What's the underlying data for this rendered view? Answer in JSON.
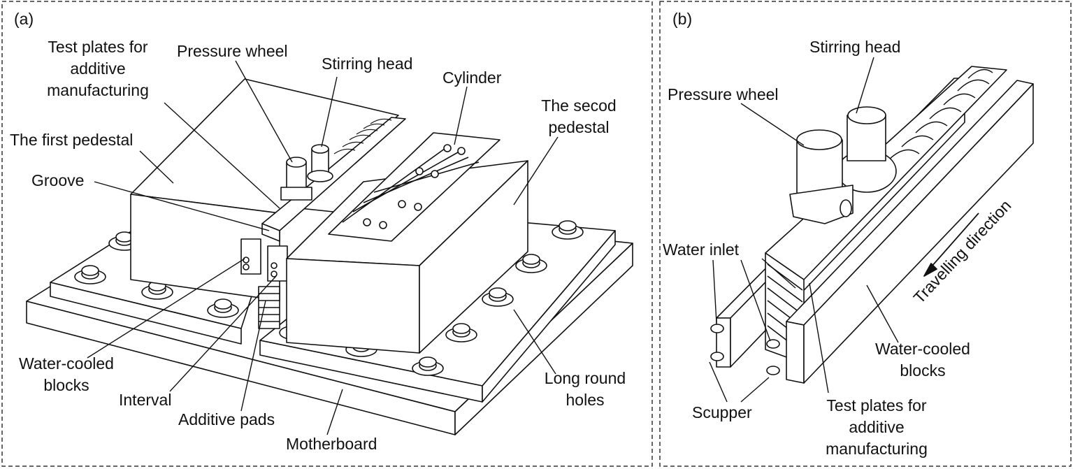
{
  "panel_a": {
    "letter": "(a)",
    "labels": {
      "test_plates": [
        "Test plates for",
        "additive",
        "manufacturing"
      ],
      "pressure_wheel": "Pressure wheel",
      "stirring_head": "Stirring head",
      "cylinder": "Cylinder",
      "second_pedestal": [
        "The secod",
        "pedestal"
      ],
      "first_pedestal": "The first pedestal",
      "groove": "Groove",
      "water_cooled_blocks": [
        "Water-cooled",
        "blocks"
      ],
      "interval": "Interval",
      "additive_pads": "Additive pads",
      "motherboard": "Motherboard",
      "long_round_holes": [
        "Long round",
        "holes"
      ]
    }
  },
  "panel_b": {
    "letter": "(b)",
    "labels": {
      "stirring_head": "Stirring head",
      "pressure_wheel": "Pressure wheel",
      "water_inlet": "Water inlet",
      "scupper": "Scupper",
      "test_plates": [
        "Test plates for",
        "additive",
        "manufacturing"
      ],
      "water_cooled_blocks": [
        "Water-cooled",
        "blocks"
      ],
      "travelling_direction": "Travelling direction"
    }
  },
  "colors": {
    "ink": "#111111",
    "background": "#ffffff",
    "border": "#333333"
  }
}
